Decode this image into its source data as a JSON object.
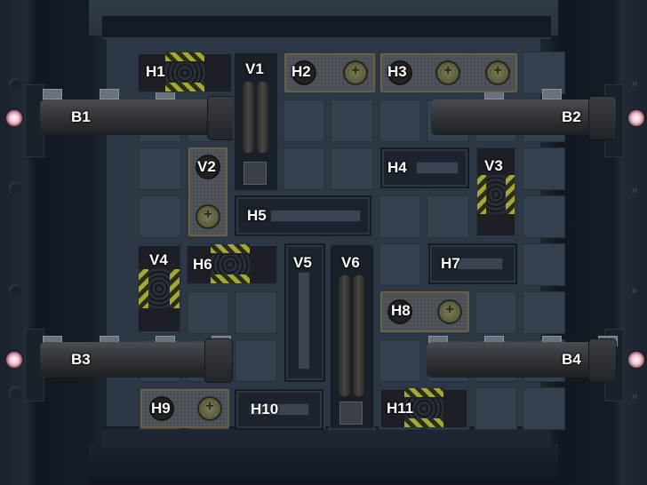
{
  "game": {
    "type": "sliding-block-puzzle",
    "colors": {
      "board": "#2c3846",
      "tile": "#34414f",
      "plate_border": "#6b5f45",
      "hazard_yellow": "#a3a832",
      "indicator_light": "#f2c6cf"
    },
    "bars": [
      {
        "id": "B1",
        "label": "B1"
      },
      {
        "id": "B2",
        "label": "B2"
      },
      {
        "id": "B3",
        "label": "B3"
      },
      {
        "id": "B4",
        "label": "B4"
      }
    ],
    "horizontal_blocks": [
      {
        "id": "H1",
        "label": "H1",
        "style": "hazard"
      },
      {
        "id": "H2",
        "label": "H2",
        "style": "plate"
      },
      {
        "id": "H3",
        "label": "H3",
        "style": "plate"
      },
      {
        "id": "H4",
        "label": "H4",
        "style": "slot"
      },
      {
        "id": "H5",
        "label": "H5",
        "style": "slot"
      },
      {
        "id": "H6",
        "label": "H6",
        "style": "hazard"
      },
      {
        "id": "H7",
        "label": "H7",
        "style": "slot"
      },
      {
        "id": "H8",
        "label": "H8",
        "style": "plate"
      },
      {
        "id": "H9",
        "label": "H9",
        "style": "plate"
      },
      {
        "id": "H10",
        "label": "H10",
        "style": "slot"
      },
      {
        "id": "H11",
        "label": "H11",
        "style": "hazard"
      }
    ],
    "vertical_blocks": [
      {
        "id": "V1",
        "label": "V1",
        "style": "tubes"
      },
      {
        "id": "V2",
        "label": "V2",
        "style": "plate"
      },
      {
        "id": "V3",
        "label": "V3",
        "style": "hazard"
      },
      {
        "id": "V4",
        "label": "V4",
        "style": "hazard"
      },
      {
        "id": "V5",
        "label": "V5",
        "style": "slot"
      },
      {
        "id": "V6",
        "label": "V6",
        "style": "tubes"
      }
    ]
  }
}
